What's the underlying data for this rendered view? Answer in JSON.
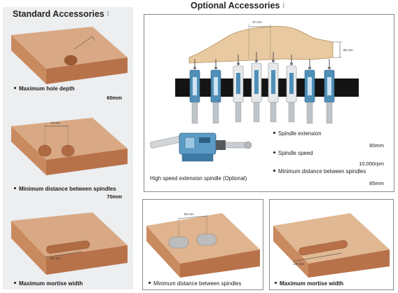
{
  "standard": {
    "title": "Standard Accessories",
    "title_mark": "⫶",
    "item1": {
      "label": "Maximum hole depth",
      "value": "60mm"
    },
    "item2": {
      "label": "Minimum distance between spindles",
      "value": "70mm",
      "dim": "70 mm"
    },
    "item3": {
      "label": "Maximum mortise width",
      "dim": "55 mm"
    }
  },
  "optional": {
    "title": "Optional Accessories",
    "title_mark": "⫶",
    "dim_top": "37 mm",
    "dim_side": "80 mm",
    "spindle_caption": "High speed extension spindle (Optional)",
    "specs": [
      {
        "label": "Spindle extension",
        "value": "80mm"
      },
      {
        "label": "Spindle speed",
        "value": "10,000rpm"
      },
      {
        "label": "Minimum distance between spindles",
        "value": "85mm"
      }
    ],
    "bottom_mid": {
      "label": "Minimum distance between spindles",
      "dim": "85 mm"
    },
    "bottom_right": {
      "label": "Maximum mortise width",
      "dim": "130 mm"
    }
  },
  "colors": {
    "wood_top": "#d9a985",
    "wood_front": "#b8724a",
    "wood_side": "#a35e38",
    "panel": "#eceef0",
    "spindle_body": "#4f8fb8",
    "black_bar": "#141414"
  }
}
